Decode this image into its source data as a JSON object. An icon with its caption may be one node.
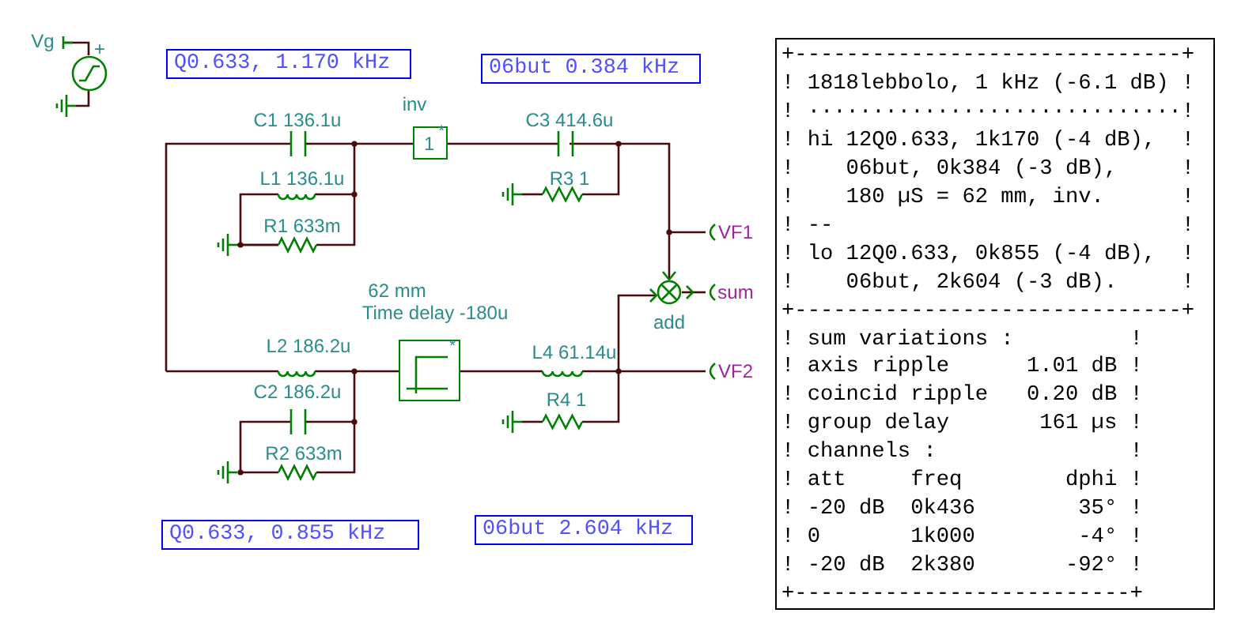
{
  "diagram": {
    "nodes": [
      {
        "text": [],
        "shape": "circle",
        "beside": [
          "Vg",
          "+"
        ]
      },
      {
        "text": [
          "Q0.633, 1.170 kHz"
        ]
      },
      {
        "text": [
          "06but 0.384 kHz"
        ]
      },
      {
        "text": [
          "+------------------------------+",
          "! 1818lebbolo, 1 kHz (-6.1 dB) !",
          "! ·····························!",
          "! hi 12Q0.633, 1k170 (-4 dB),  !",
          "!    06but, 0k384 (-3 dB),     !",
          "!    180 µS = 62 mm, inv.      !",
          "! --                           !",
          "! lo 12Q0.633, 0k855 (-4 dB),  !",
          "!    06but, 2k604 (-3 dB).     !",
          "+------------------------------+",
          "! sum variations :         !",
          "! axis ripple      1.01 dB !",
          "! coincid ripple   0.20 dB !",
          "! group delay       161 µs !",
          "! channels :               !",
          "! att     freq        dphi !",
          "! -20 dB  0k436        35° !",
          "! 0       1k000        -4° !",
          "! -20 dB  2k380       -92° !",
          "+--------------------------+"
        ]
      },
      {
        "text": [
          "1",
          "*"
        ],
        "beside": [
          "inv"
        ]
      },
      {
        "text": [],
        "shape": "circle",
        "beside": [
          "add"
        ]
      },
      {
        "text": [
          "*"
        ]
      },
      {
        "text": [
          "Q0.633, 0.855 kHz"
        ]
      },
      {
        "text": [
          "06but 2.604 kHz"
        ]
      }
    ],
    "labels": [
      "C1 136.1u",
      "C3 414.6u",
      "L1 136.1u",
      "R3 1",
      "R1 633m",
      "VF1",
      "62 mm",
      "sum",
      "Time delay -180u",
      "L2 186.2u",
      "L4 61.14u",
      "VF2",
      "C2 186.2u",
      "R4 1",
      "R2 633m"
    ]
  }
}
